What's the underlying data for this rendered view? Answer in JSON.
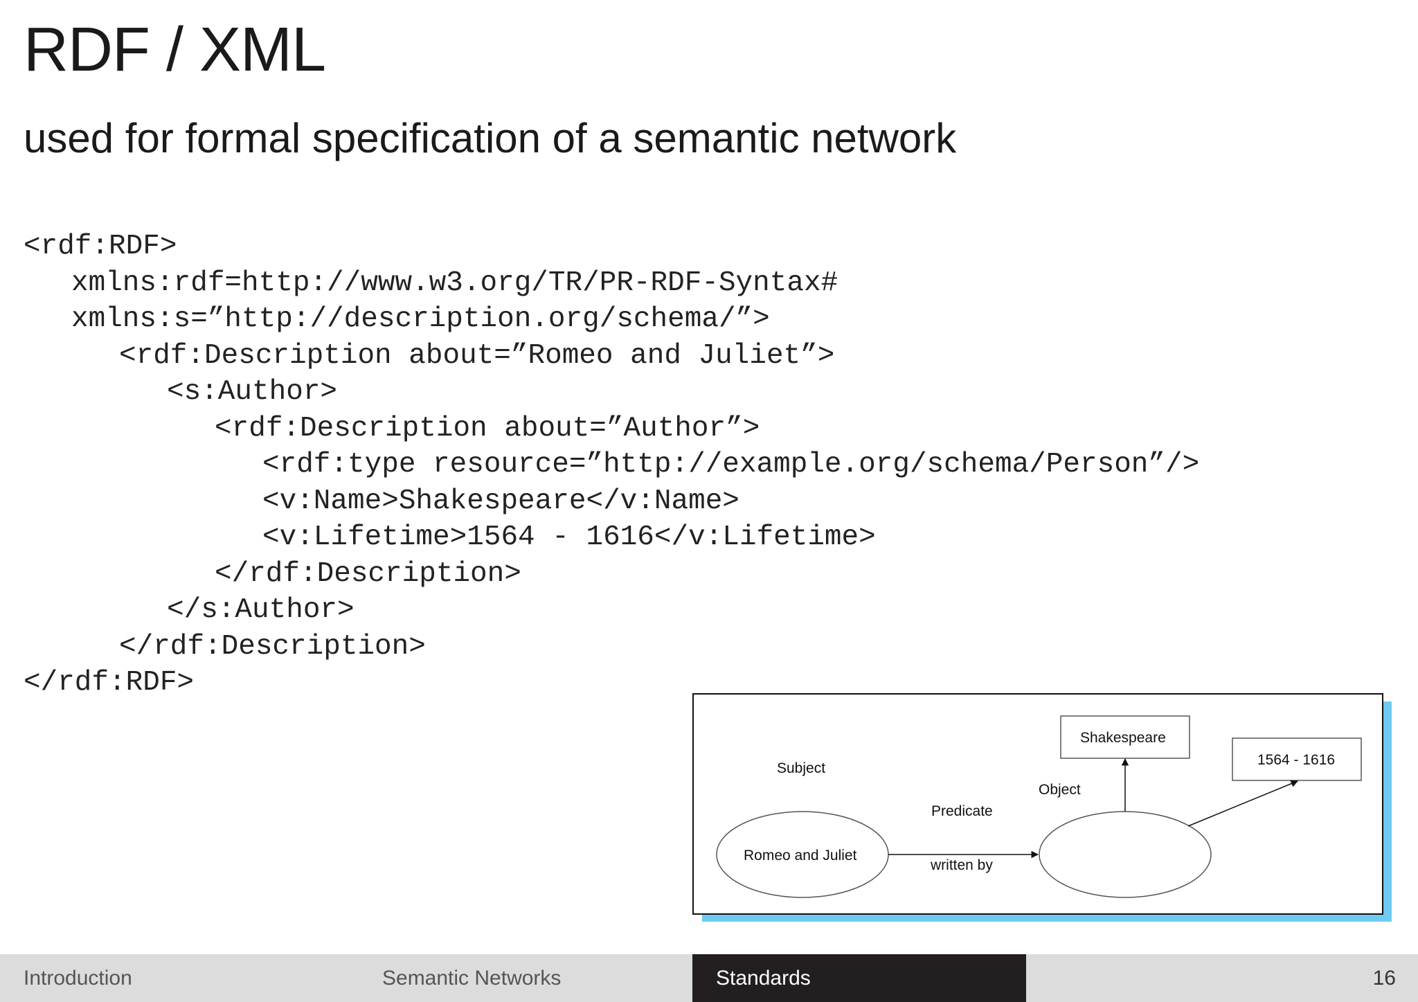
{
  "slide": {
    "title": "RDF / XML",
    "subtitle": "used for formal specification of a semantic network",
    "code_lines": [
      "<rdf:RDF>",
      "xmlns:rdf=http://www.w3.org/TR/PR-RDF-Syntax#",
      "xmlns:s=”http://description.org/schema/”>",
      "<rdf:Description about=”Romeo and Juliet”>",
      "<s:Author>",
      "<rdf:Description about=”Author”>",
      "<rdf:type resource=”http://example.org/schema/Person”/>",
      "<v:Name>Shakespeare</v:Name>",
      "<v:Lifetime>1564 - 1616</v:Lifetime>",
      "</rdf:Description>",
      "</s:Author>",
      "</rdf:Description>",
      "</rdf:RDF>"
    ]
  },
  "diagram": {
    "subject_label": "Subject",
    "predicate_label": "Predicate",
    "object_label": "Object",
    "subject_node": "Romeo and Juliet",
    "edge_label": "written by",
    "name_node": "Shakespeare",
    "lifetime_node": "1564 - 1616",
    "shadow_color": "#6ecbf2"
  },
  "footer": {
    "sections": [
      "Introduction",
      "Semantic Networks",
      "Standards"
    ],
    "active_section": "Standards",
    "page_number": "16"
  }
}
